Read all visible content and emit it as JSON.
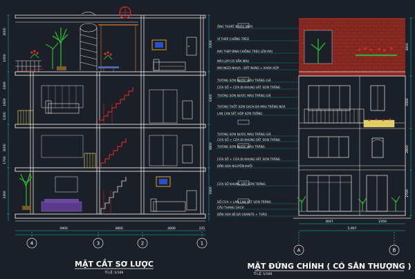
{
  "section": {
    "title": "MẶT CẮT SƠ LƯỢC",
    "scale": "TỈ LỆ: 1/100",
    "grid_labels": [
      "4",
      "3",
      "2",
      "1"
    ],
    "bottom_dims": [
      "4900",
      "3800",
      "4600",
      "225"
    ],
    "left_dims": [
      "3000",
      "1000",
      "3300",
      "1600",
      "1300",
      "3000",
      "1700",
      "3300"
    ],
    "right_dims": [
      "3300",
      "3300",
      "3800",
      "3300"
    ]
  },
  "elevation": {
    "title": "MẶT ĐỨNG CHÍNH ( CÓ SÂN THƯỢNG )",
    "scale": "TỈ LỆ: 1/100",
    "grid_labels": [
      "A",
      "B"
    ],
    "bottom_dims": [
      "3647",
      "2350"
    ],
    "total_dim": "5,997",
    "right_dims": [
      "3800",
      "3300",
      "2800",
      "2700"
    ],
    "notes": [
      "ỐNG THOÁT NƯỚC MƯA",
      "VỈ THÉP CHỐNG TRÈO",
      "MÁI THÉP BÌNH CHỐNG TRÈO LÊN MÁI",
      "MÁI LỢP CÓ SẴN MÀU",
      "MÁI NGÓI NHỰA - ĐẤT NUNG + KHÓA HỘP",
      "TƯỜNG SƠN NƯỚC MÀU TRẮNG GIẢ",
      "CỬA SỔ + CỬA ĐI KHUNG SẮT SƠN TRẮNG",
      "TƯỜNG SƠN NƯỚC MÀU TRẮNG GIẢ",
      "TƯỜNG THỐT SƠN GẠCH ĐÁ MÀU TRẮNG NGÀ",
      "LAN CAN SẮT HỘP SƠN TRẮNG",
      "TƯỜNG SƠN NƯỚC MÀU TRẮNG GIẢ",
      "CỬA SỔ + CỬA ĐI KHUNG SẮT SƠN TRẮNG",
      "TƯỜNG SƠN NƯỚC MÀU TRẮNG",
      "CỬA SỔ + CỬA ĐI KHUNG SẮT SƠN TRẮNG",
      "BỒN HOA NGUYÊN KHỐI",
      "CỬA SỔ KHUNG SẮT SƠN TRẮNG",
      "SỐ CỬA + LAN CAN SẮT SƠN TRẮNG",
      "CẦU THANG GẠCH",
      "BỒN HOA BỆ ĐÁ GRANITE + THẢO"
    ]
  },
  "colors": {
    "background": "#1b1f27",
    "brick": "#8a2a22",
    "wood": "#b86a2a",
    "plant": "#2db335",
    "flower": "#e02a2a",
    "sofa": "#5a3a8a",
    "line": "#e8e8e8",
    "dim_line": "#00c8c8",
    "frame": "#d6a23a",
    "stair": "#c82a2a",
    "balcony": "#e0d060"
  }
}
